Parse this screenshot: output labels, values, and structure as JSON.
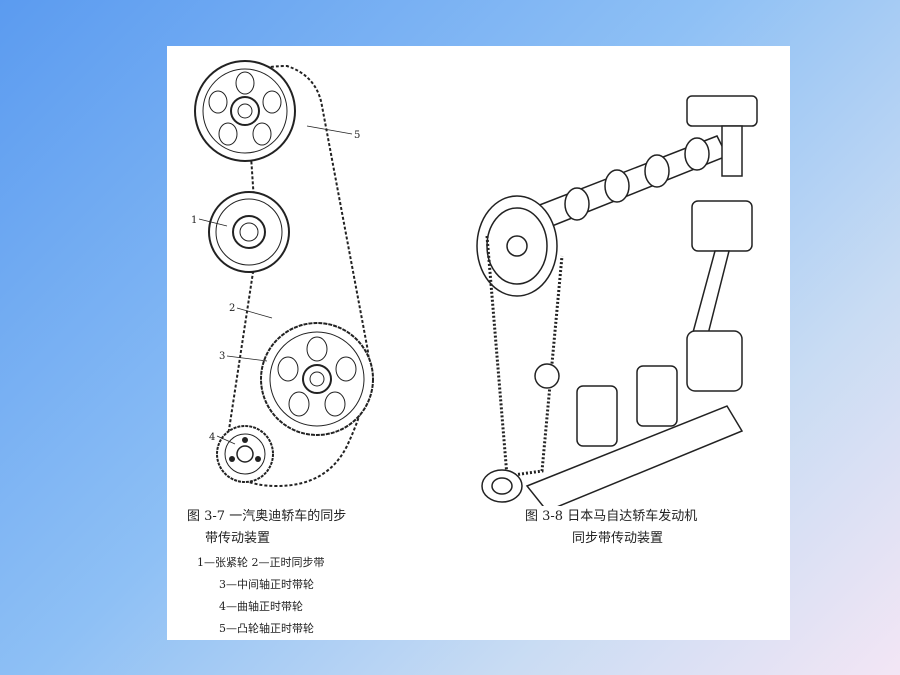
{
  "figure_left": {
    "caption_line1": "图 3-7  一汽奥迪轿车的同步",
    "caption_line2": "带传动装置",
    "part_numbers": [
      "1",
      "2",
      "3",
      "4",
      "5"
    ],
    "legend": [
      "1—张紧轮  2—正时同步带",
      "3—中间轴正时带轮",
      "4—曲轴正时带轮",
      "5—凸轮轴正时带轮"
    ]
  },
  "figure_right": {
    "caption_line1": "图 3-8  日本马自达轿车发动机",
    "caption_line2": "同步带传动装置"
  }
}
